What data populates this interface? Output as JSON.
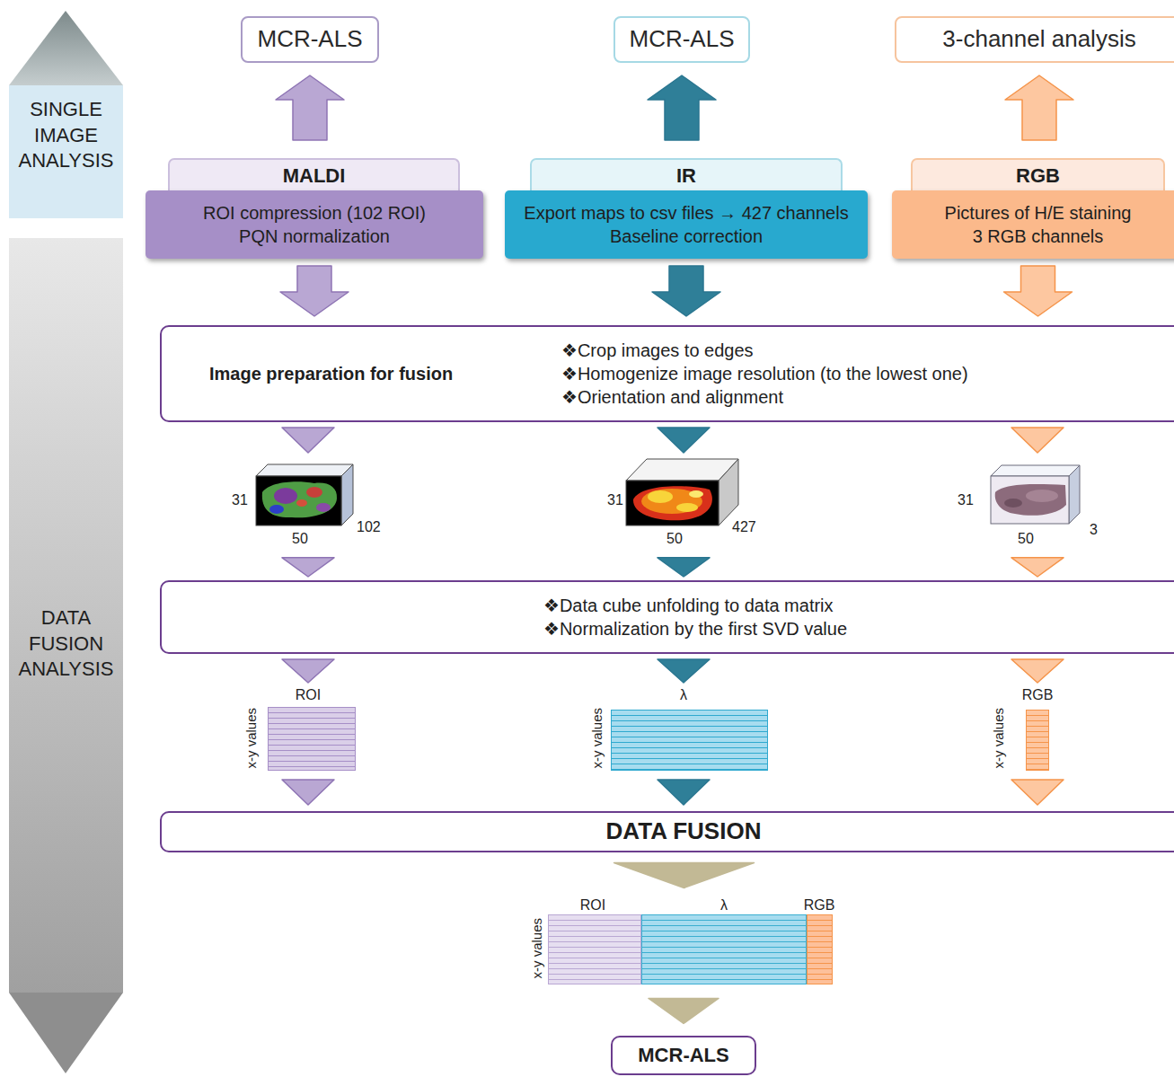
{
  "diagram": {
    "nodes": [
      {
        "text": [
          "SINGLE IMAGE ANALYSIS"
        ]
      },
      {
        "text": [
          "DATA FUSION ANALYSIS"
        ]
      },
      {
        "text": [
          "MCR-ALS"
        ]
      },
      {
        "text": [
          "MCR-ALS"
        ]
      },
      {
        "text": [
          "3-channel analysis"
        ]
      },
      {
        "text": [
          "MALDI",
          "ROI compression (102 ROI) PQN normalization"
        ]
      },
      {
        "text": [
          "IR",
          "Export maps to csv files → 427 channels Baseline correction"
        ]
      },
      {
        "text": [
          "RGB",
          "Pictures of H/E staining 3 RGB channels"
        ]
      },
      {
        "text": [
          "Image preparation for fusion",
          "❖Crop images to edges",
          "❖Homogenize image resolution (to the lowest one)",
          "❖Orientation and alignment"
        ]
      },
      {
        "text": [
          "31",
          "50",
          "102"
        ]
      },
      {
        "text": [
          "31",
          "50",
          "427"
        ]
      },
      {
        "text": [
          "31",
          "50",
          "3"
        ]
      },
      {
        "text": [
          "❖Data cube unfolding to data matrix",
          "❖Normalization by the first SVD value"
        ]
      },
      {
        "text": [
          "ROI",
          "x-y values"
        ]
      },
      {
        "text": [
          "λ",
          "x-y values"
        ]
      },
      {
        "text": [
          "RGB",
          "x-y values"
        ]
      },
      {
        "text": [
          "DATA FUSION"
        ]
      },
      {
        "text": [
          "ROI",
          "λ",
          "RGB",
          "x-y values"
        ]
      },
      {
        "text": [
          "MCR-ALS"
        ]
      }
    ],
    "edges": [
      {
        "from": 5,
        "to": 2,
        "arrow": "to"
      },
      {
        "from": 6,
        "to": 3,
        "arrow": "to"
      },
      {
        "from": 7,
        "to": 4,
        "arrow": "to"
      },
      {
        "from": 5,
        "to": 8,
        "arrow": "to"
      },
      {
        "from": 6,
        "to": 8,
        "arrow": "to"
      },
      {
        "from": 7,
        "to": 8,
        "arrow": "to"
      },
      {
        "from": 8,
        "to": 9,
        "arrow": "to"
      },
      {
        "from": 8,
        "to": 10,
        "arrow": "to"
      },
      {
        "from": 8,
        "to": 11,
        "arrow": "to"
      },
      {
        "from": 9,
        "to": 12,
        "arrow": "to"
      },
      {
        "from": 10,
        "to": 12,
        "arrow": "to"
      },
      {
        "from": 11,
        "to": 12,
        "arrow": "to"
      },
      {
        "from": 12,
        "to": 13,
        "arrow": "to"
      },
      {
        "from": 12,
        "to": 14,
        "arrow": "to"
      },
      {
        "from": 12,
        "to": 15,
        "arrow": "to"
      },
      {
        "from": 13,
        "to": 16,
        "arrow": "to"
      },
      {
        "from": 14,
        "to": 16,
        "arrow": "to"
      },
      {
        "from": 15,
        "to": 16,
        "arrow": "to"
      },
      {
        "from": 16,
        "to": 17,
        "arrow": "to"
      },
      {
        "from": 17,
        "to": 18,
        "arrow": "to"
      }
    ]
  }
}
